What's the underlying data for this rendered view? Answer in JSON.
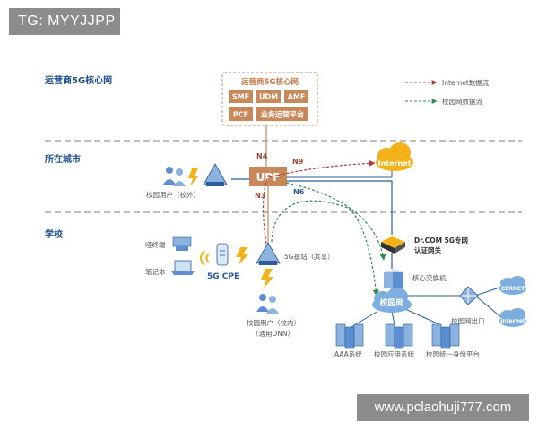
{
  "watermark_top": "TG: MYYJJPP",
  "watermark_bottom": "www.pclaohuji777.com",
  "zones": {
    "operator": "运营商5G核心网",
    "city": "所在城市",
    "school": "学校"
  },
  "core": {
    "title": "运营商5G核心网",
    "cells": [
      "SMF",
      "UDM",
      "AMF",
      "PCF",
      "业务运营平台"
    ]
  },
  "upf": "UPF",
  "interfaces": {
    "n4": "N4",
    "n9": "N9",
    "n3": "N3",
    "n6": "N6"
  },
  "internet_cloud": "Internet",
  "campus_cloud": "校园网",
  "cernet": "CERNET",
  "internet_small": "Internet",
  "legend": {
    "internet_flow": "Internet数据流",
    "campus_flow": "校园网数据流"
  },
  "labels": {
    "offsite_user": "校园用户（校外）",
    "gateway_line1": "Dr.COM 5G专网",
    "gateway_line2": "认证网关",
    "core_switch": "核心交换机",
    "station": "5G基站（共享）",
    "terminal": "哑终端",
    "laptop": "笔记本",
    "cpe": "5G CPE",
    "onsite_user_line1": "校园用户（校内）",
    "onsite_user_line2": "（通用DNN）",
    "campus_exit": "校园网出口",
    "aaa": "AAA系统",
    "app": "校园应用系统",
    "identity": "校园统一身份平台"
  },
  "colors": {
    "zone_text": "#1e4f8c",
    "core_fill": "#c8885a",
    "internet_flow": "#b63a3a",
    "campus_flow": "#2f8a4a",
    "link_blue": "#2a5d99"
  }
}
